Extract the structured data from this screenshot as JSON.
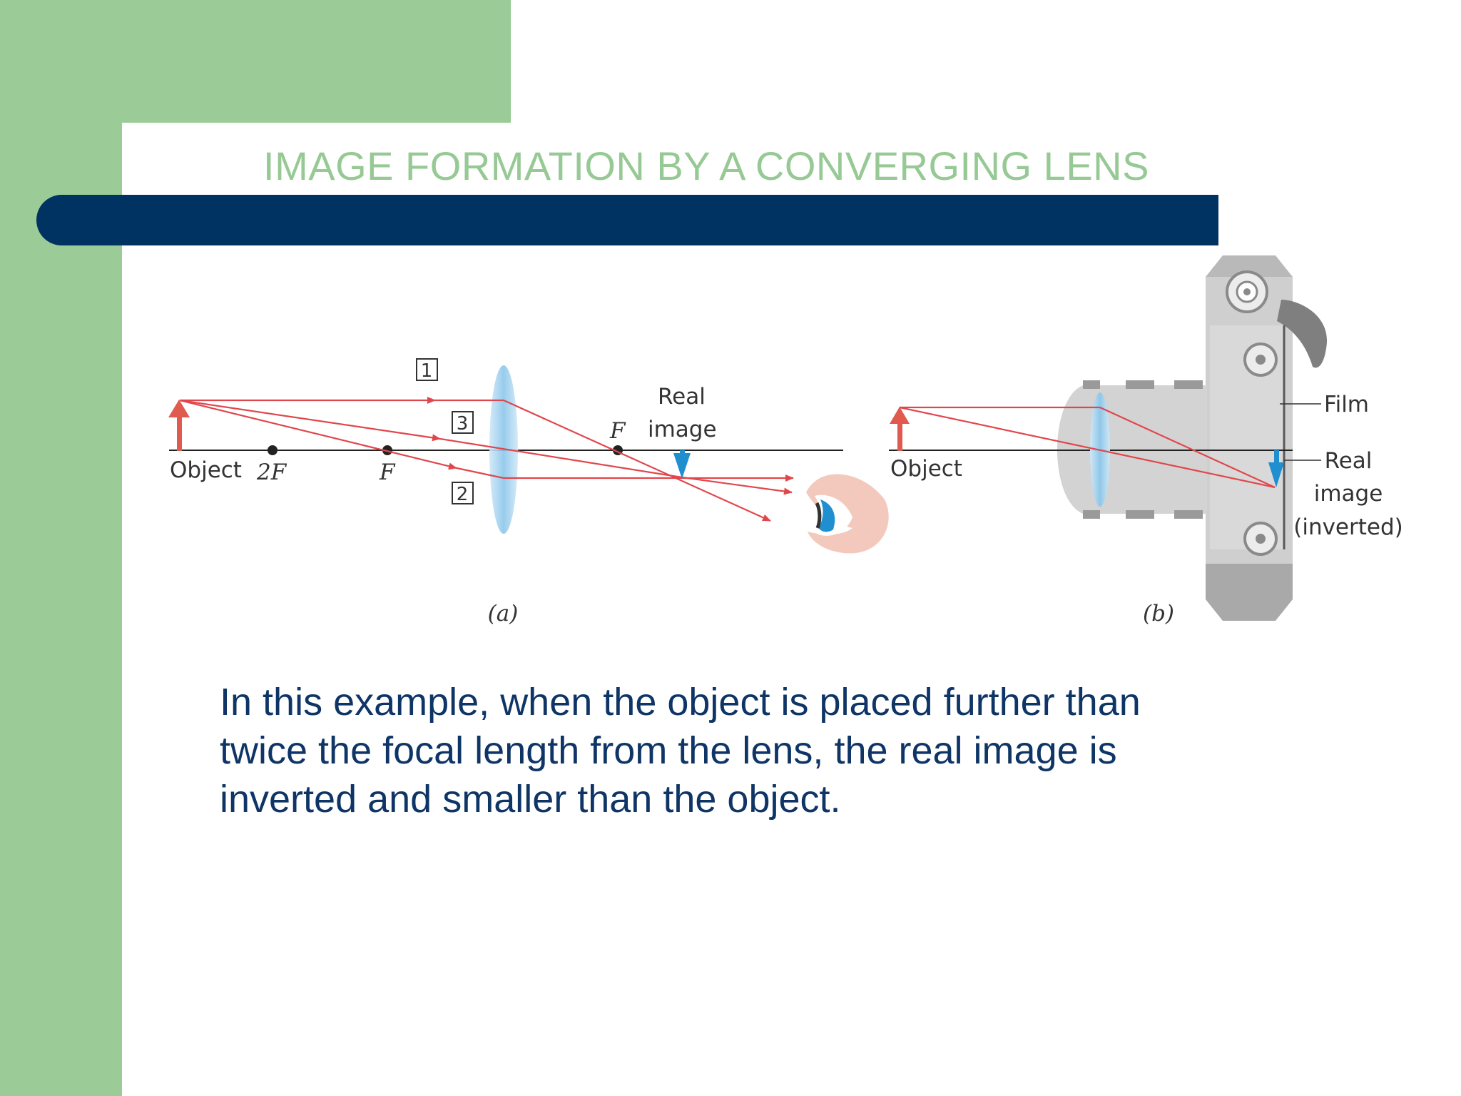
{
  "slide": {
    "title": "IMAGE FORMATION BY A CONVERGING LENS",
    "body_lines": [
      "In this example, when the object is placed further than",
      "twice the focal length from the lens, the real image is",
      "inverted and smaller than the object."
    ]
  },
  "figure_a": {
    "object_label": "Object",
    "twoF_label": "2F",
    "F_left_label": "F",
    "F_right_label": "F",
    "real_image_line1": "Real",
    "real_image_line2": "image",
    "ray_labels": [
      "1",
      "2",
      "3"
    ],
    "caption": "(a)"
  },
  "figure_b": {
    "object_label": "Object",
    "film_label": "Film",
    "image_line1": "Real",
    "image_line2": "image",
    "image_line3": "(inverted)",
    "caption": "(b)"
  },
  "colors": {
    "green": "#9bcc98",
    "navy": "#003362",
    "ray_red": "#e0474c",
    "lens_blue": "#a9d4ee",
    "image_blue": "#1f8fd0",
    "camera_gray": "#c4c4c4"
  }
}
